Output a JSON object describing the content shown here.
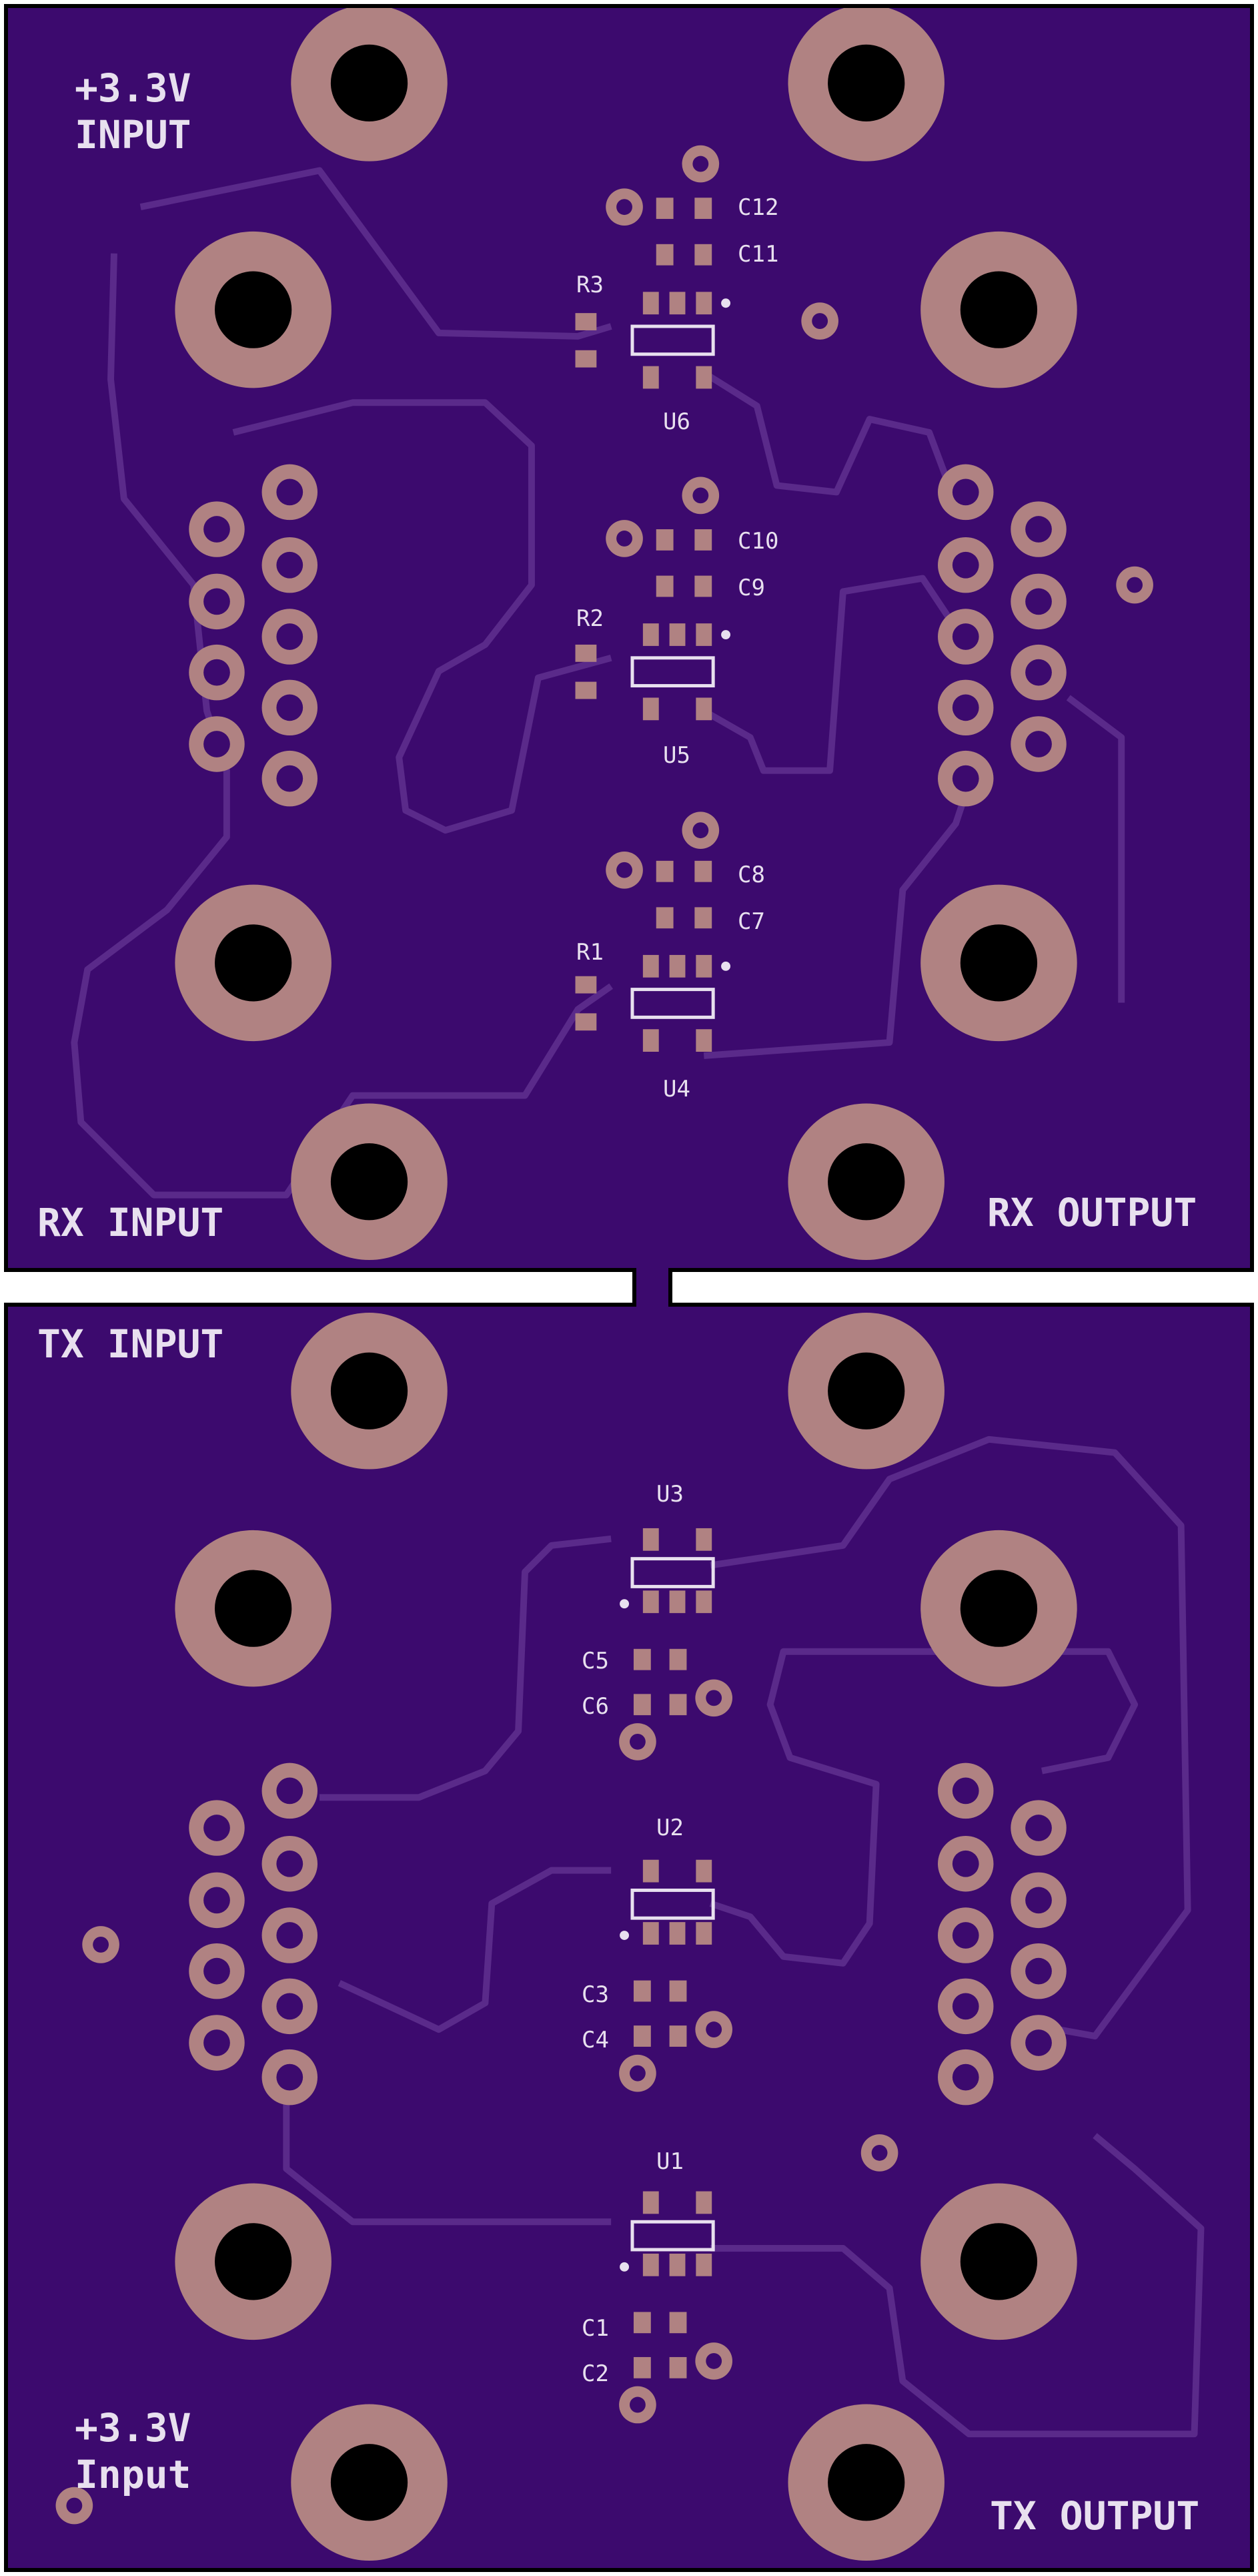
{
  "colors": {
    "board": "#3c0a6e",
    "copper": "#b08282",
    "trace": "#5a2a8a",
    "silkscreen": "#e8e0ef",
    "outline": "#000000"
  },
  "top_board": {
    "labels": {
      "power_line1": "+3.3V",
      "power_line2": "INPUT",
      "rx_input": "RX INPUT",
      "rx_output": "RX OUTPUT"
    },
    "designators": {
      "c12": "C12",
      "c11": "C11",
      "r3": "R3",
      "u6": "U6",
      "c10": "C10",
      "c9": "C9",
      "r2": "R2",
      "u5": "U5",
      "c8": "C8",
      "c7": "C7",
      "r1": "R1",
      "u4": "U4"
    }
  },
  "bottom_board": {
    "labels": {
      "tx_input": "TX INPUT",
      "tx_output": "TX OUTPUT",
      "power_line1": "+3.3V",
      "power_line2": "Input"
    },
    "designators": {
      "u3": "U3",
      "c5": "C5",
      "c6": "C6",
      "u2": "U2",
      "c3": "C3",
      "c4": "C4",
      "u1": "U1",
      "c1": "C1",
      "c2": "C2"
    }
  }
}
